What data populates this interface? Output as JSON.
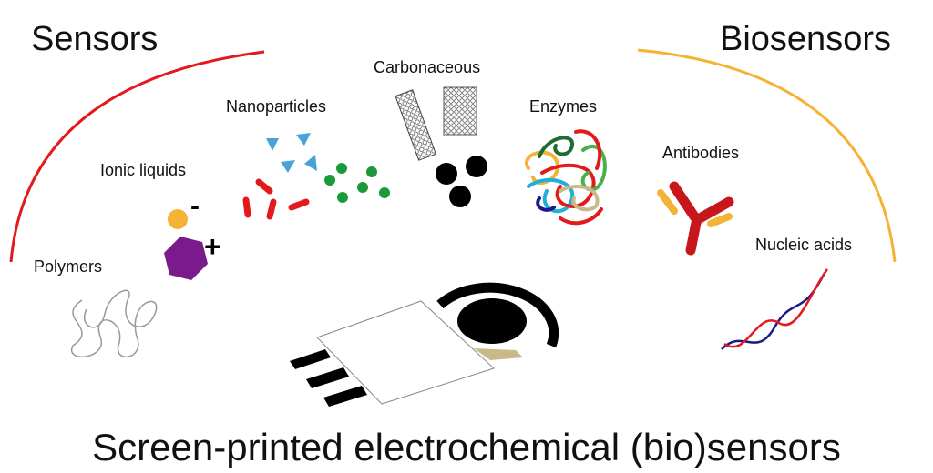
{
  "headings": {
    "left": "Sensors",
    "right": "Biosensors"
  },
  "labels": {
    "carbonaceous": "Carbonaceous",
    "nanoparticles": "Nanoparticles",
    "enzymes": "Enzymes",
    "ionic_liquids": "Ionic liquids",
    "antibodies": "Antibodies",
    "nucleic_acids": "Nucleic acids",
    "polymers": "Polymers"
  },
  "ion_signs": {
    "minus": "-",
    "plus": "+"
  },
  "title": "Screen-printed electrochemical (bio)sensors",
  "colors": {
    "sensors_arc": "#e3191c",
    "biosensors_arc": "#f5b335",
    "nanoparticle_blue": "#4aa3d6",
    "nanoparticle_red": "#e3191c",
    "nanoparticle_green": "#1a9a3a",
    "polymer_purple": "#7b1a8c",
    "reference_electrode": "#c9b88a"
  }
}
